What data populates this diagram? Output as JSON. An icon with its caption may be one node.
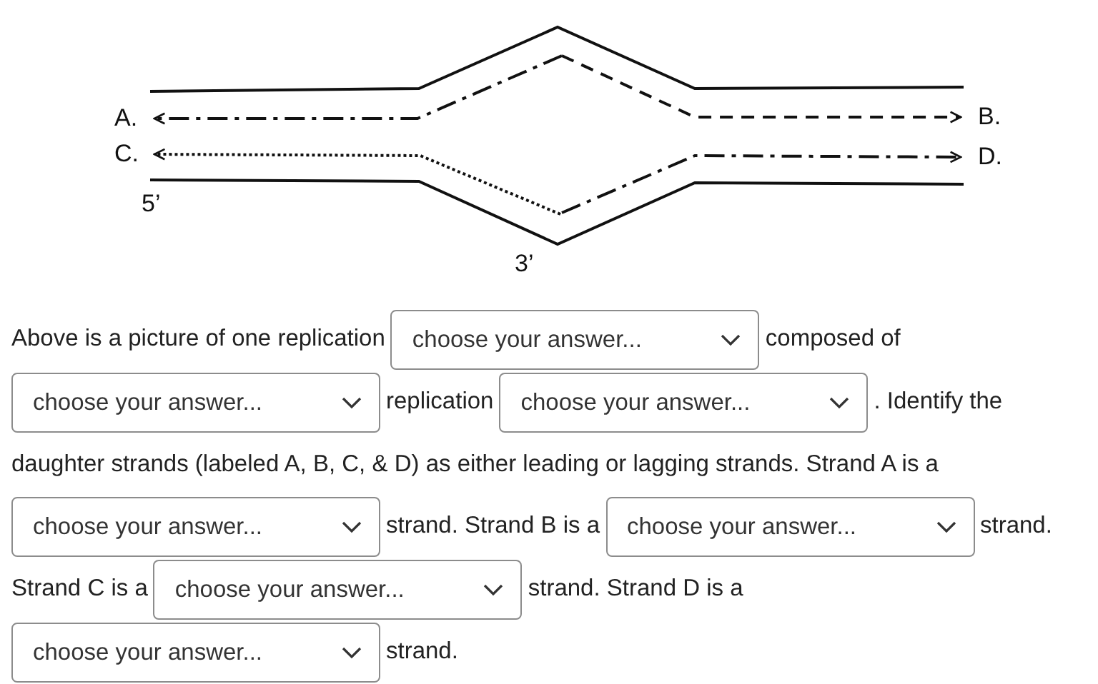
{
  "diagram": {
    "labels": [
      "A.",
      "B.",
      "C.",
      "D.",
      "5’",
      "3’",
      "Above is a picture of one replication",
      "choose your answer...",
      "composed of",
      "choose your answer...",
      "replication",
      "choose your answer...",
      ". Identify the daughter strands (labeled A, B, C, & D) as either leading or lagging strands. Strand A is a",
      "choose your answer...",
      "strand. Strand B is a",
      "choose your answer...",
      "strand.",
      "Strand C is a",
      "choose your answer...",
      "strand. Strand D is a",
      "choose your answer...",
      "strand."
    ]
  }
}
